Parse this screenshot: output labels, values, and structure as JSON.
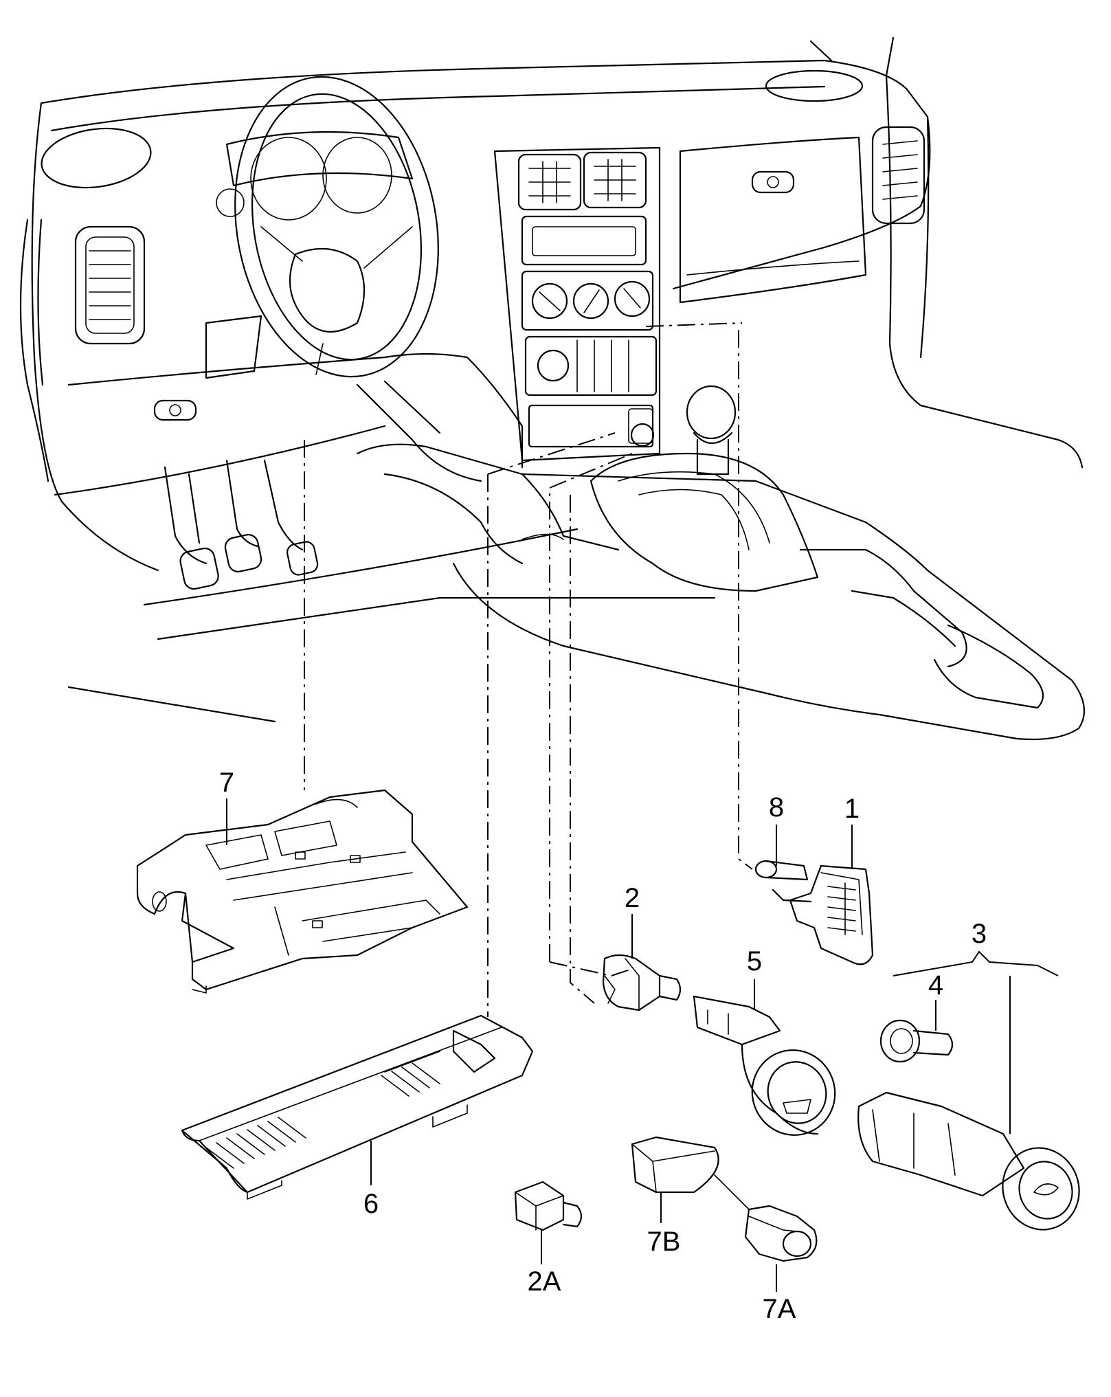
{
  "callouts": [
    {
      "id": "c7",
      "text": "7"
    },
    {
      "id": "c8",
      "text": "8"
    },
    {
      "id": "c1",
      "text": "1"
    },
    {
      "id": "c2",
      "text": "2"
    },
    {
      "id": "c3",
      "text": "3"
    },
    {
      "id": "c5",
      "text": "5"
    },
    {
      "id": "c4",
      "text": "4"
    },
    {
      "id": "c6",
      "text": "6"
    },
    {
      "id": "c2A",
      "text": "2A"
    },
    {
      "id": "c7B",
      "text": "7B"
    },
    {
      "id": "c7A",
      "text": "7A"
    }
  ],
  "colors": {
    "line": "#000000",
    "background": "#ffffff"
  }
}
